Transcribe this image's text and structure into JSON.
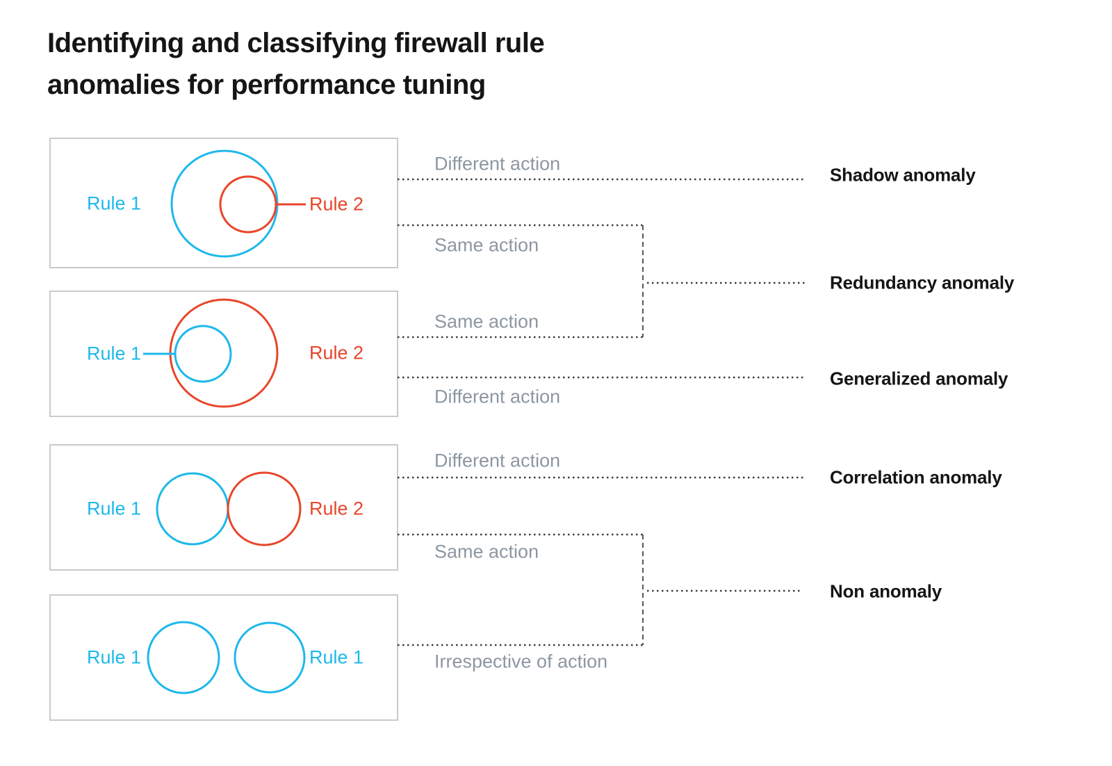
{
  "title": {
    "line1": "Identifying and classifying firewall rule",
    "line2": "anomalies for performance tuning"
  },
  "colors": {
    "cyan": "#1eb8ea",
    "red": "#e8462a",
    "gray-text": "#8d97a1",
    "dark-line": "#3b3e41",
    "box-border": "#c8cacc",
    "text-black": "#151515",
    "background": "#ffffff"
  },
  "panels": [
    {
      "left_rule": "Rule 1",
      "right_rule": "Rule 2"
    },
    {
      "left_rule": "Rule 1",
      "right_rule": "Rule 2"
    },
    {
      "left_rule": "Rule 1",
      "right_rule": "Rule 2"
    },
    {
      "left_rule": "Rule 1",
      "right_rule": "Rule 1"
    }
  ],
  "action_labels": [
    "Different action",
    "Same action",
    "Same action",
    "Different action",
    "Different action",
    "Same action",
    "Irrespective of action"
  ],
  "anomaly_labels": [
    "Shadow anomaly",
    "Redundancy anomaly",
    "Generalized anomaly",
    "Correlation anomaly",
    "Non anomaly"
  ]
}
